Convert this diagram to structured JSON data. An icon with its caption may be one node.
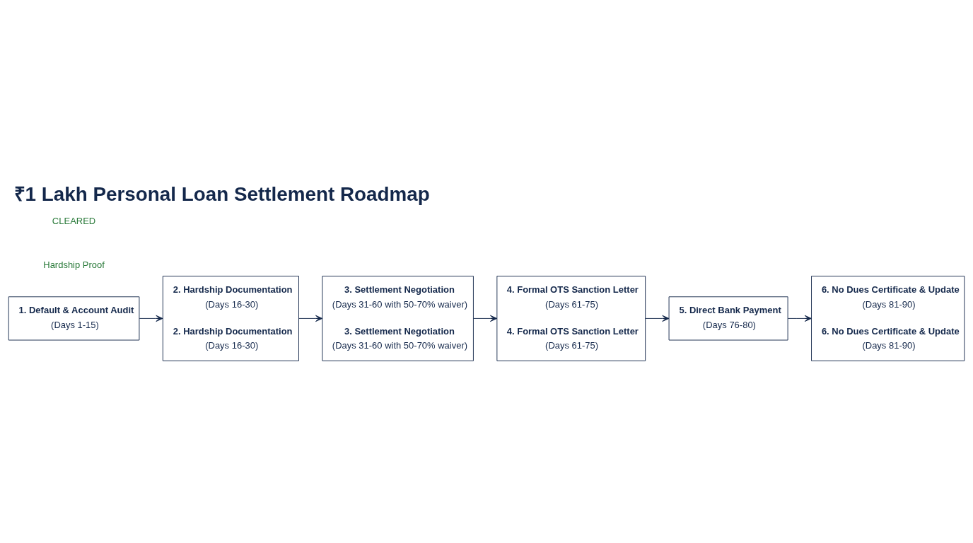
{
  "diagram": {
    "title": "₹1 Lakh Personal Loan Settlement Roadmap",
    "nodes": [
      {
        "text": [
          "1. Default & Account Audit",
          "(Days 1-15)"
        ]
      },
      {
        "text": [
          "2. Hardship Documentation",
          "(Days 16-30)",
          "2. Hardship Documentation",
          "(Days 16-30)"
        ]
      },
      {
        "text": [
          "3. Settlement Negotiation",
          "(Days 31-60 with 50-70% waiver)",
          "3. Settlement Negotiation",
          "(Days 31-60 with 50-70% waiver)"
        ]
      },
      {
        "text": [
          "4. Formal OTS Sanction Letter",
          "(Days 61-75)",
          "4. Formal OTS Sanction Letter",
          "(Days 61-75)"
        ]
      },
      {
        "text": [
          "5. Direct Bank Payment",
          "(Days 76-80)"
        ]
      },
      {
        "text": [
          "6. No Dues Certificate & Update",
          "(Days 81-90)",
          "6. No Dues Certificate & Update",
          "(Days 81-90)"
        ]
      }
    ],
    "edges": [
      {
        "from": 0,
        "to": 1,
        "arrow": "to"
      },
      {
        "from": 1,
        "to": 2,
        "arrow": "to"
      },
      {
        "from": 2,
        "to": 3,
        "arrow": "to"
      },
      {
        "from": 3,
        "to": 4,
        "arrow": "to"
      },
      {
        "from": 4,
        "to": 5,
        "arrow": "to"
      }
    ],
    "labels": [
      "Hardship Proof",
      "CLEARED"
    ]
  }
}
